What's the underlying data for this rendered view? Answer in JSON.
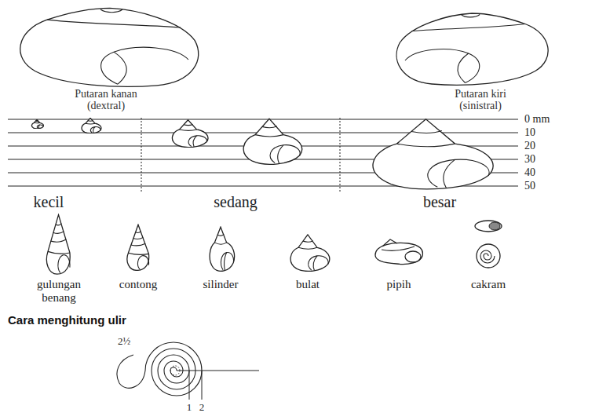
{
  "diagram": {
    "labels": [
      "Putaran kanan",
      "(dextral)",
      "Putaran kiri",
      "(sinistral)",
      "0 mm",
      "10",
      "20",
      "30",
      "40",
      "50",
      "kecil",
      "sedang",
      "besar",
      "gulungan benang",
      "contong",
      "silinder",
      "bulat",
      "pipih",
      "cakram",
      "Cara menghitung ulir",
      "2½",
      "1",
      "2"
    ]
  }
}
